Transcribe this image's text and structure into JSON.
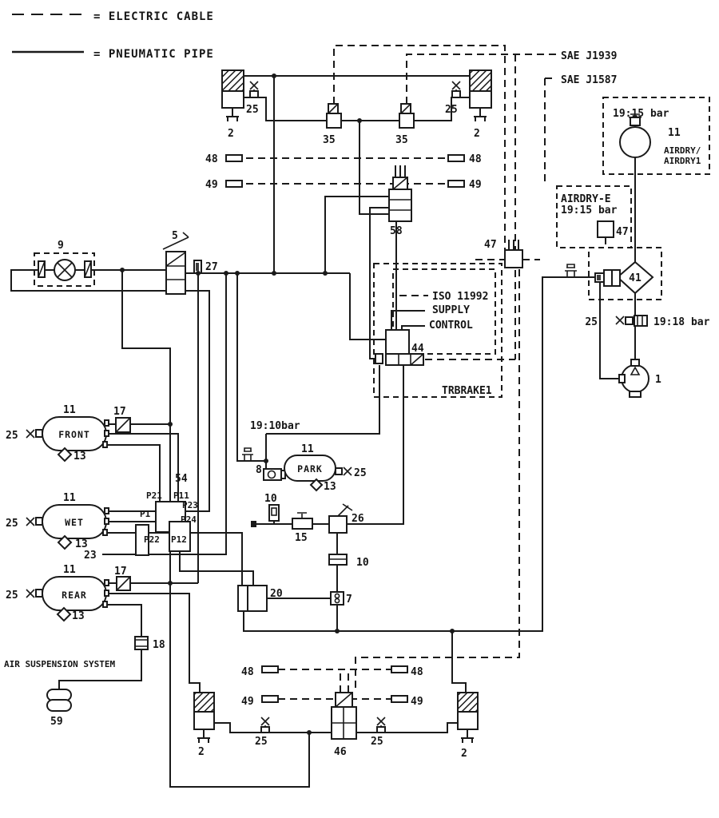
{
  "legend": {
    "electric": "= ELECTRIC CABLE",
    "pneumatic": "= PNEUMATIC PIPE"
  },
  "protocols": {
    "sae_j1939": "SAE J1939",
    "sae_j1587": "SAE J1587",
    "iso_11992": "ISO 11992"
  },
  "texts": {
    "supply": "SUPPLY",
    "control": "CONTROL",
    "trbrake": "TRBRAKE1",
    "airdry1": "AIRDRY/",
    "airdry2": "AIRDRY1",
    "airdry_e": "AIRDRY-E",
    "air_suspension": "AIR SUSPENSION SYSTEM"
  },
  "pressures": {
    "airdry": "19:15 bar",
    "airdry_e": "19:15 bar",
    "dryer_out": "19:18 bar",
    "park_line": "19:10bar"
  },
  "tanks": {
    "front": "FRONT",
    "wet": "WET",
    "rear": "REAR",
    "park": "PARK"
  },
  "nums": {
    "n1": "1",
    "n2": "2",
    "n5": "5",
    "n7": "7",
    "n8": "8",
    "n9": "9",
    "n10": "10",
    "n11": "11",
    "n13": "13",
    "n15": "15",
    "n17": "17",
    "n18": "18",
    "n20": "20",
    "n23": "23",
    "n25": "25",
    "n26": "26",
    "n27": "27",
    "n35": "35",
    "n41": "41",
    "n44": "44",
    "n46": "46",
    "n47": "47",
    "n48": "48",
    "n49": "49",
    "n54": "54",
    "n58": "58",
    "n59": "59"
  },
  "ports": {
    "p1": "P1",
    "p11": "P11",
    "p12": "P12",
    "p21": "P21",
    "p22": "P22",
    "p23": "P23",
    "p24": "P24"
  }
}
